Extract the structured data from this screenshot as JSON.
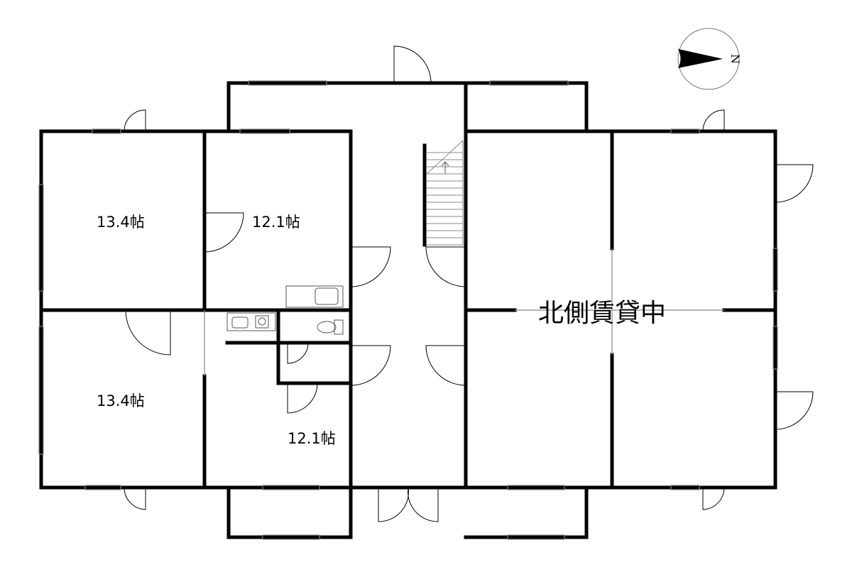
{
  "rooms": [
    {
      "id": "room-nw",
      "label": "13.4帖"
    },
    {
      "id": "room-ne",
      "label": "12.1帖"
    },
    {
      "id": "room-sw",
      "label": "13.4帖"
    },
    {
      "id": "room-se",
      "label": "12.1帖"
    }
  ],
  "north_side_label": "北側賃貸中",
  "compass": {
    "label": "N"
  }
}
